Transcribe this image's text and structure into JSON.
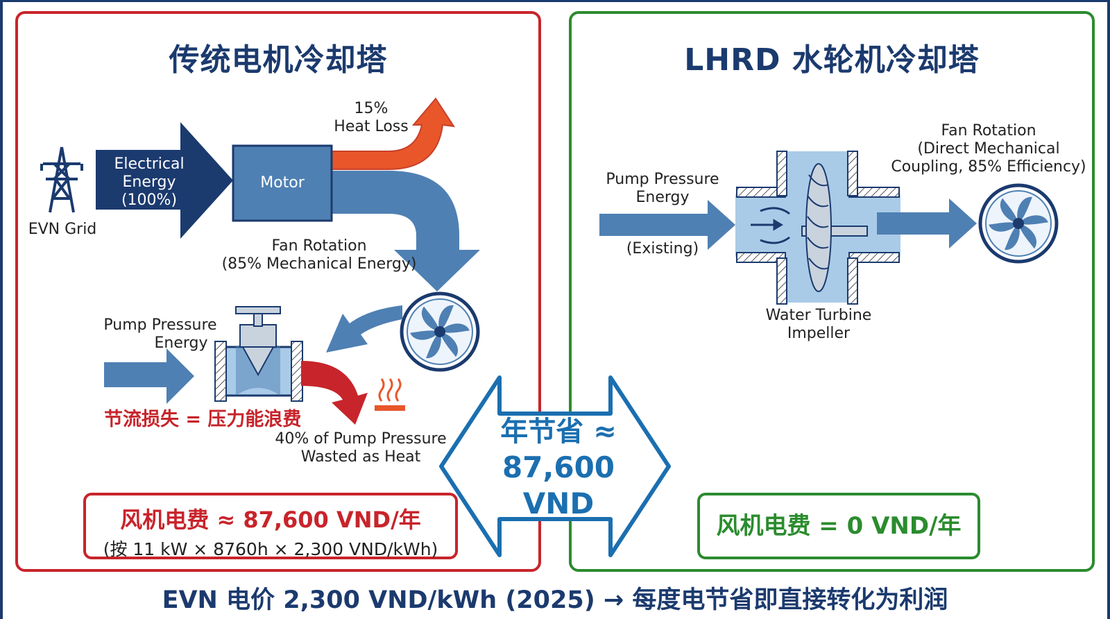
{
  "left": {
    "title": "传统电机冷却塔",
    "evn_grid": "EVN Grid",
    "electrical_energy": [
      "Electrical",
      "Energy",
      "(100%)"
    ],
    "motor": "Motor",
    "heat_loss": [
      "15%",
      "Heat Loss"
    ],
    "fan_rotation": [
      "Fan Rotation",
      "(85% Mechanical Energy)"
    ],
    "pump_pressure": [
      "Pump Pressure",
      "Energy"
    ],
    "throttle_loss": "节流损失 = 压力能浪费",
    "wasted_heat": [
      "40% of Pump Pressure",
      "Wasted as Heat"
    ],
    "cost_main": "风机电费 ≈ 87,600 VND/年",
    "cost_sub": "(按 11 kW × 8760h × 2,300 VND/kWh)"
  },
  "right": {
    "title": "LHRD 水轮机冷却塔",
    "pump_pressure": [
      "Pump Pressure",
      "Energy"
    ],
    "existing": "(Existing)",
    "fan_rotation": [
      "Fan Rotation",
      "(Direct Mechanical",
      "Coupling, 85% Efficiency)"
    ],
    "turbine": [
      "Water Turbine",
      "Impeller"
    ],
    "cost_main": "风机电费 = 0 VND/年"
  },
  "center": {
    "line1": "年节省 ≈",
    "line2": "87,600",
    "line3": "VND"
  },
  "footer": "EVN 电价 2,300 VND/kWh (2025) → 每度电节省即直接转化为利润",
  "colors": {
    "navy": "#1b3a6e",
    "red": "#c8242b",
    "green": "#2b8c2e",
    "steel_blue": "#4f80b3",
    "orange": "#e8562a",
    "light_blue": "#a9cbe8"
  }
}
